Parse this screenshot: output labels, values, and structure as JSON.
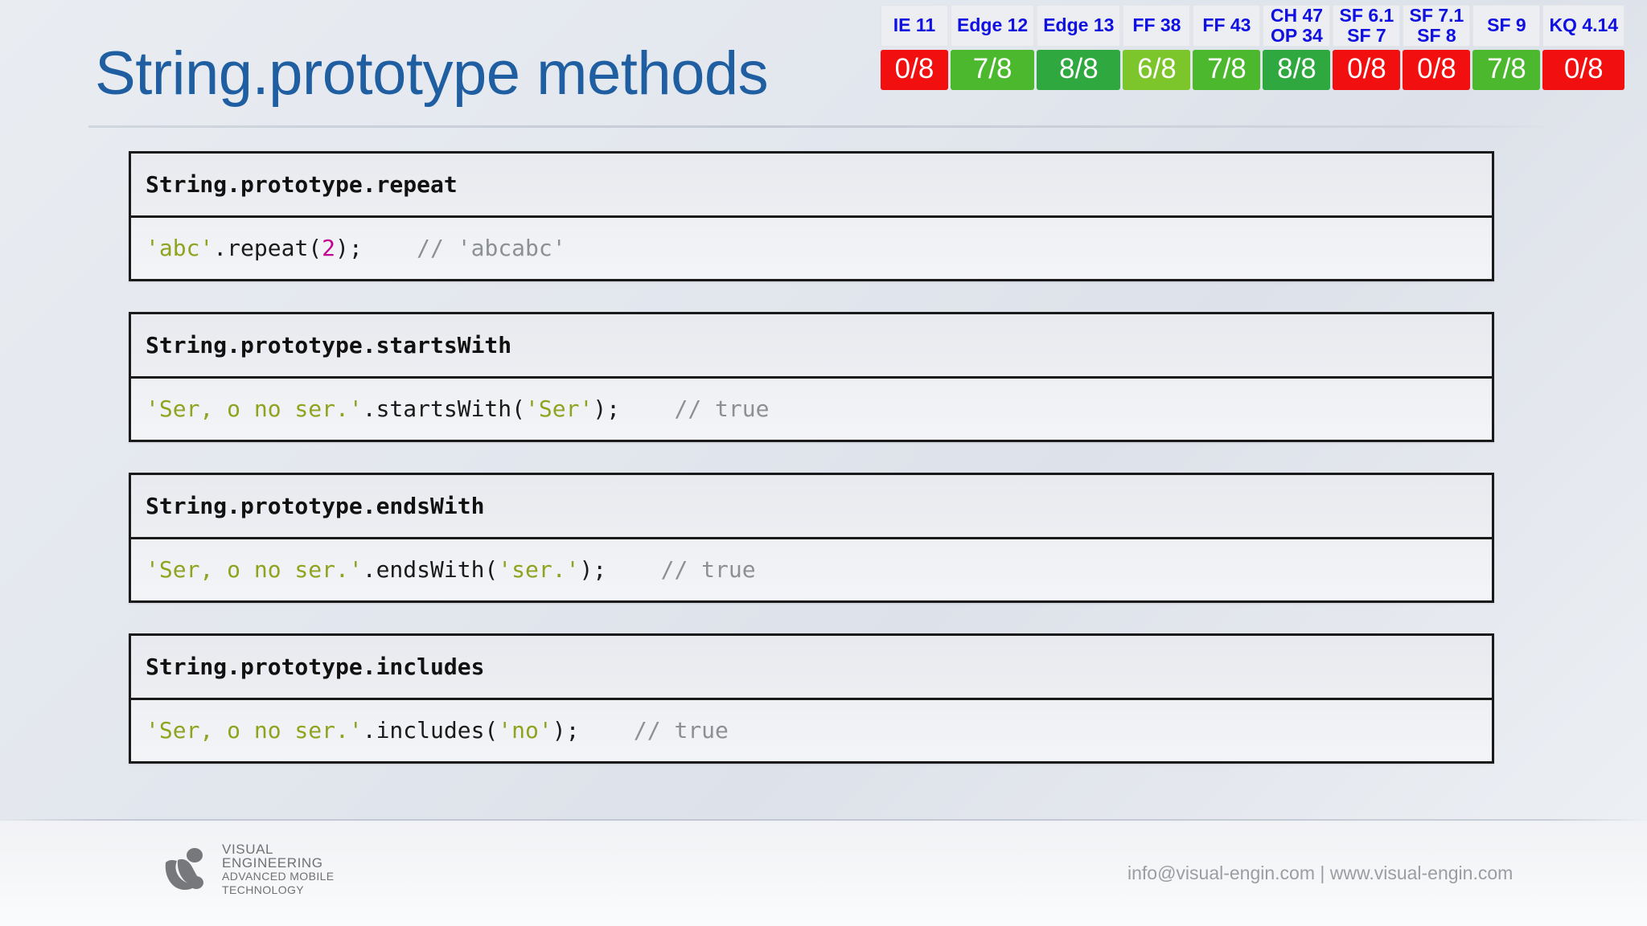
{
  "slide": {
    "title": "String.prototype methods",
    "title_color": "#1f5ea0",
    "background_color": "#e6eaf0"
  },
  "compat_table": {
    "columns": [
      {
        "name": "ie-11",
        "line1": "IE 11",
        "line2": "",
        "score": "0/8",
        "color": "#f20f0f"
      },
      {
        "name": "edge-12",
        "line1": "Edge 12",
        "line2": "",
        "score": "7/8",
        "color": "#4cb82e"
      },
      {
        "name": "edge-13",
        "line1": "Edge 13",
        "line2": "",
        "score": "8/8",
        "color": "#2fa83f"
      },
      {
        "name": "ff-38",
        "line1": "FF 38",
        "line2": "",
        "score": "6/8",
        "color": "#7cc62c"
      },
      {
        "name": "ff-43",
        "line1": "FF 43",
        "line2": "",
        "score": "7/8",
        "color": "#4cb82e"
      },
      {
        "name": "ch-47",
        "line1": "CH 47",
        "line2": "OP 34",
        "score": "8/8",
        "color": "#2fa83f"
      },
      {
        "name": "sf-6-1",
        "line1": "SF 6.1",
        "line2": "SF 7",
        "score": "0/8",
        "color": "#f20f0f"
      },
      {
        "name": "sf-7-1",
        "line1": "SF 7.1",
        "line2": "SF 8",
        "score": "0/8",
        "color": "#f20f0f"
      },
      {
        "name": "sf-9",
        "line1": "SF 9",
        "line2": "",
        "score": "7/8",
        "color": "#4cb82e"
      },
      {
        "name": "kq-4-14",
        "line1": "KQ 4.14",
        "line2": "",
        "score": "0/8",
        "color": "#f20f0f"
      }
    ],
    "header_text_color": "#1010e0",
    "header_bg": "#eceef1"
  },
  "cards": [
    {
      "name": "string-prototype-repeat",
      "header": "String.prototype.repeat",
      "code": [
        {
          "t": "str",
          "v": "'abc'"
        },
        {
          "t": "pln",
          "v": ".repeat("
        },
        {
          "t": "num",
          "v": "2"
        },
        {
          "t": "pln",
          "v": ");"
        },
        {
          "t": "pln",
          "v": "    "
        },
        {
          "t": "com",
          "v": "// 'abcabc'"
        }
      ]
    },
    {
      "name": "string-prototype-startswith",
      "header": "String.prototype.startsWith",
      "code": [
        {
          "t": "str",
          "v": "'Ser, o no ser.'"
        },
        {
          "t": "pln",
          "v": ".startsWith("
        },
        {
          "t": "str",
          "v": "'Ser'"
        },
        {
          "t": "pln",
          "v": ");"
        },
        {
          "t": "pln",
          "v": "    "
        },
        {
          "t": "com",
          "v": "// true"
        }
      ]
    },
    {
      "name": "string-prototype-endswith",
      "header": "String.prototype.endsWith",
      "code": [
        {
          "t": "str",
          "v": "'Ser, o no ser.'"
        },
        {
          "t": "pln",
          "v": ".endsWith("
        },
        {
          "t": "str",
          "v": "'ser.'"
        },
        {
          "t": "pln",
          "v": ");"
        },
        {
          "t": "pln",
          "v": "    "
        },
        {
          "t": "com",
          "v": "// true"
        }
      ]
    },
    {
      "name": "string-prototype-includes",
      "header": "String.prototype.includes",
      "code": [
        {
          "t": "str",
          "v": "'Ser, o no ser.'"
        },
        {
          "t": "pln",
          "v": ".includes("
        },
        {
          "t": "str",
          "v": "'no'"
        },
        {
          "t": "pln",
          "v": ");"
        },
        {
          "t": "pln",
          "v": "    "
        },
        {
          "t": "com",
          "v": "// true"
        }
      ]
    }
  ],
  "syntax_colors": {
    "string": "#8fa31e",
    "number": "#c2008f",
    "comment": "#8c8f94",
    "plain": "#1a1a1a"
  },
  "footer": {
    "logo": {
      "line1": "VISUAL",
      "line2": "ENGINEERING",
      "line3": "ADVANCED MOBILE",
      "line4": "TECHNOLOGY"
    },
    "contact": "info@visual-engin.com | www.visual-engin.com"
  }
}
